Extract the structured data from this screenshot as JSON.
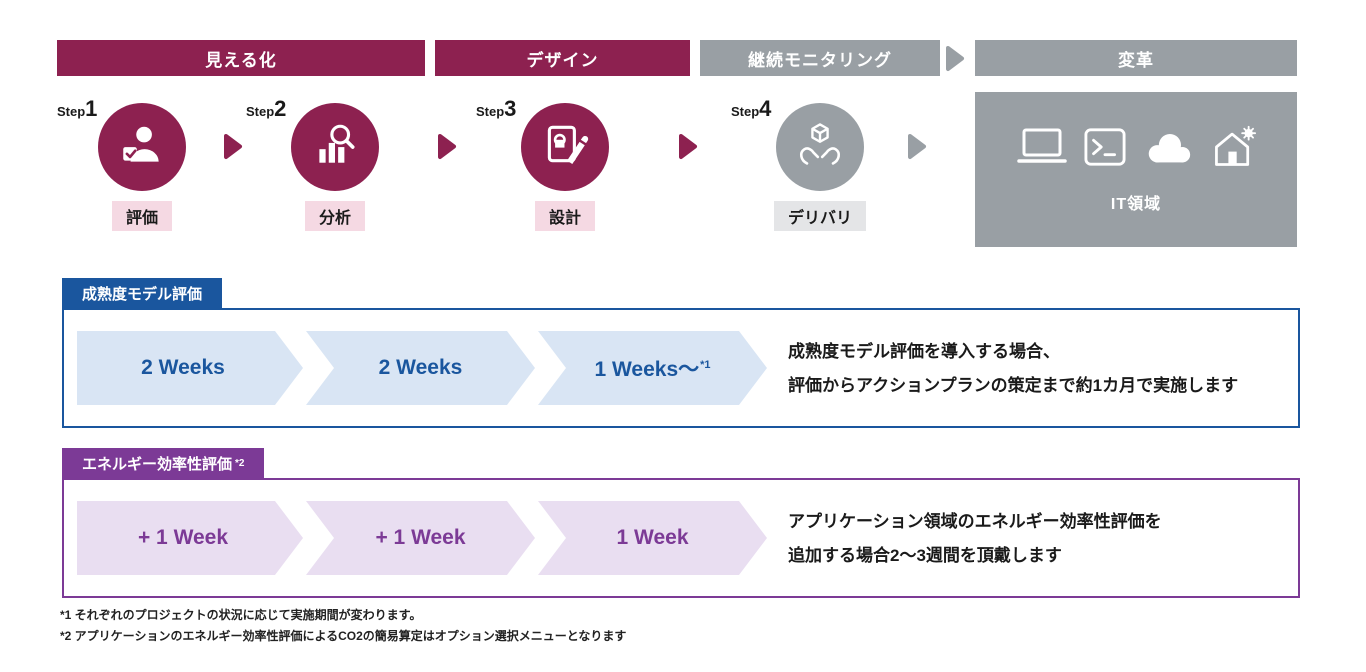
{
  "phases": {
    "visualization": "見える化",
    "design": "デザイン",
    "monitoring": "継続モニタリング",
    "transformation": "変革"
  },
  "steps": [
    {
      "prefix": "Step",
      "num": "1",
      "label": "評価"
    },
    {
      "prefix": "Step",
      "num": "2",
      "label": "分析"
    },
    {
      "prefix": "Step",
      "num": "3",
      "label": "設計"
    },
    {
      "prefix": "Step",
      "num": "4",
      "label": "デリバリ"
    }
  ],
  "it_area": {
    "label": "IT領域"
  },
  "maturity": {
    "title": "成熟度モデル評価",
    "chevron1": "2 Weeks",
    "chevron2": "2 Weeks",
    "chevron3": "1 Weeks〜",
    "chevron3_sup": "*1",
    "desc1": "成熟度モデル評価を導入する場合、",
    "desc2": "評価からアクションプランの策定まで約1カ月で実施します"
  },
  "energy": {
    "title": "エネルギー効率性評価",
    "title_sup": "*2",
    "chevron1": "+ 1 Week",
    "chevron2": "+ 1 Week",
    "chevron3": "1 Week",
    "desc1": "アプリケーション領域のエネルギー効率性評価を",
    "desc2": "追加する場合2〜3週間を頂戴します"
  },
  "footnotes": {
    "note1": "*1 それぞれのプロジェクトの状況に応じて実施期間が変わります。",
    "note2": "*2 アプリケーションのエネルギー効率性評価によるCO2の簡易算定はオプション選択メニューとなります"
  },
  "colors": {
    "maroon": "#8d2150",
    "gray": "#999fa4",
    "blue": "#1a569e",
    "purple": "#7c3a96",
    "pink": "#f5d9e3",
    "chevron_blue": "#d9e5f4",
    "chevron_purple": "#e9def1"
  }
}
